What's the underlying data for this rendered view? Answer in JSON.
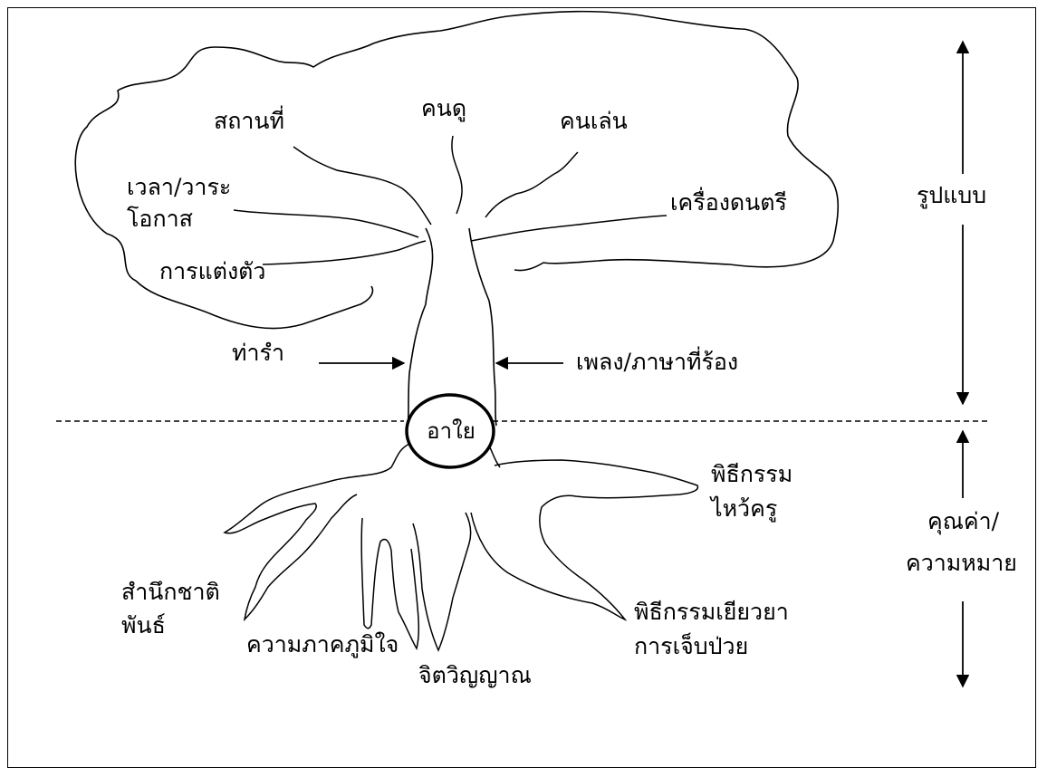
{
  "trunk_label": "อาใย",
  "crown": {
    "audience": "คนดู",
    "place": "สถานที่",
    "performers": "คนเล่น",
    "time_line1": "เวลา/วาระ",
    "time_line2": "โอกาส",
    "instruments": "เครื่องดนตรี",
    "costume": "การแต่งตัว"
  },
  "trunk": {
    "dance": "ท่ารำ",
    "song": "เพลง/ภาษาที่ร้อง"
  },
  "roots": {
    "wai_khru_line1": "พิธีกรรม",
    "wai_khru_line2": "ไหว้ครู",
    "ethnic_line1": "สำนึกชาติ",
    "ethnic_line2": "พันธ์",
    "pride": "ความภาคภูมิใจ",
    "spirit": "จิตวิญญาณ",
    "healing_line1": "พิธีกรรมเยียวยา",
    "healing_line2": "การเจ็บป่วย"
  },
  "side": {
    "form": "รูปแบบ",
    "value_line1": "คุณค่า/",
    "value_line2": "ความหมาย"
  }
}
